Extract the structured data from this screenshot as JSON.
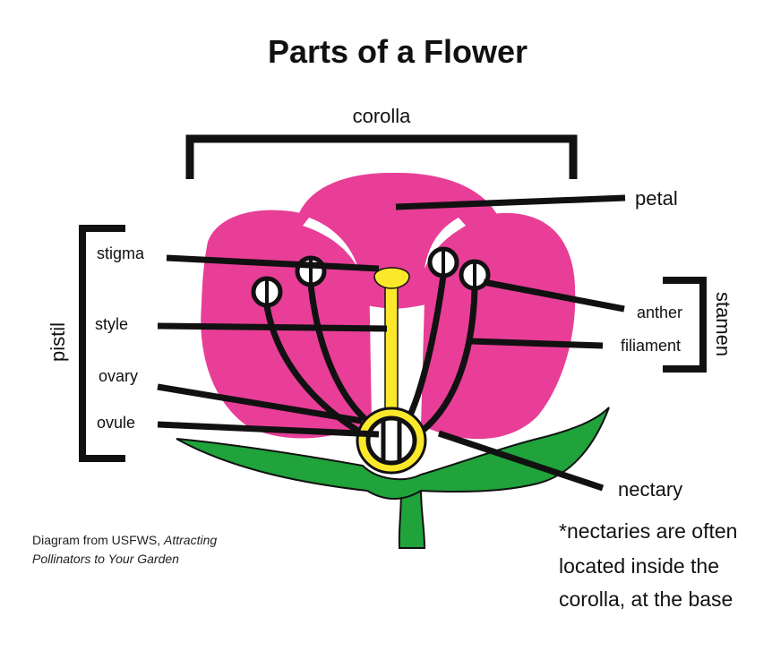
{
  "title": "Parts of a Flower",
  "labels": {
    "corolla": "corolla",
    "petal": "petal",
    "stigma": "stigma",
    "style": "style",
    "ovary": "ovary",
    "ovule": "ovule",
    "pistil": "pistil",
    "anther": "anther",
    "filiament": "filiament",
    "stamen": "stamen",
    "nectary": "nectary"
  },
  "credit": {
    "prefix": "Diagram from USFWS, ",
    "italic_line1": "Attracting",
    "italic_line2": "Pollinators to Your Garden"
  },
  "note": {
    "line1": "*nectaries are often",
    "line2": "located inside the",
    "line3": "corolla, at the base"
  },
  "colors": {
    "petal": "#e83e97",
    "pistil": "#fbe82b",
    "leaf": "#1fa33a",
    "line": "#111111"
  }
}
